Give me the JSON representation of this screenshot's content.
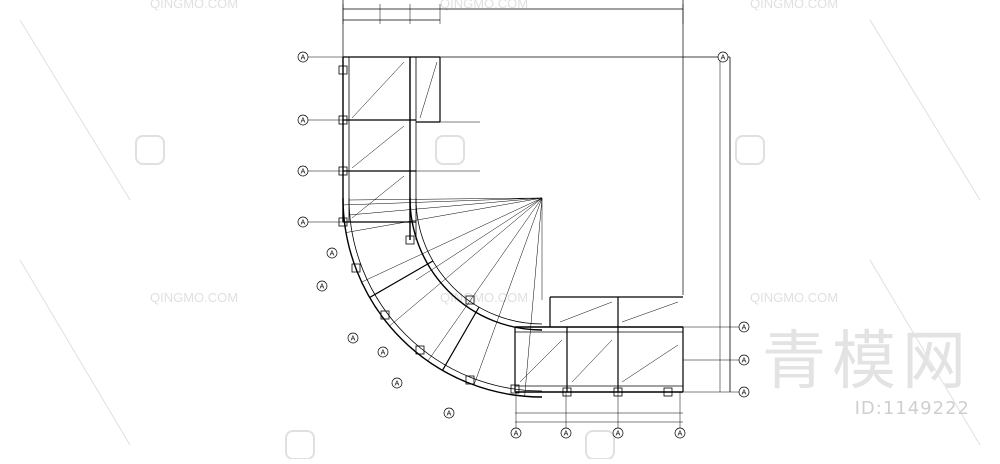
{
  "watermark": {
    "site_text": "QINGMO.COM",
    "brand": "青模网",
    "id_label": "ID:1149222"
  },
  "drawing": {
    "grid_mark": "A",
    "line_color": "#000000",
    "watermark_color": "#e0e0e0"
  }
}
